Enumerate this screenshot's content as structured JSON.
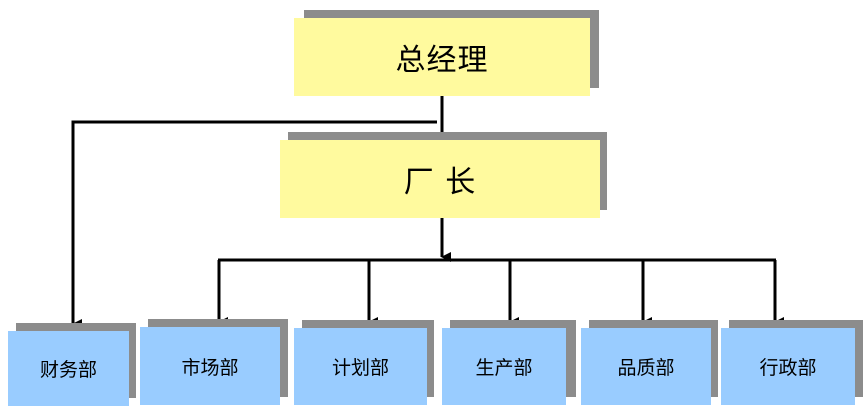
{
  "colors": {
    "top_fill": "#fffa9e",
    "dept_fill": "#99ccff",
    "shadow": "#8c8c8c",
    "line": "#000000"
  },
  "nodes": {
    "general_manager": "总经理",
    "factory_director": "厂 长",
    "finance": "财务部",
    "marketing": "市场部",
    "planning": "计划部",
    "production": "生产部",
    "quality": "品质部",
    "administration": "行政部"
  }
}
